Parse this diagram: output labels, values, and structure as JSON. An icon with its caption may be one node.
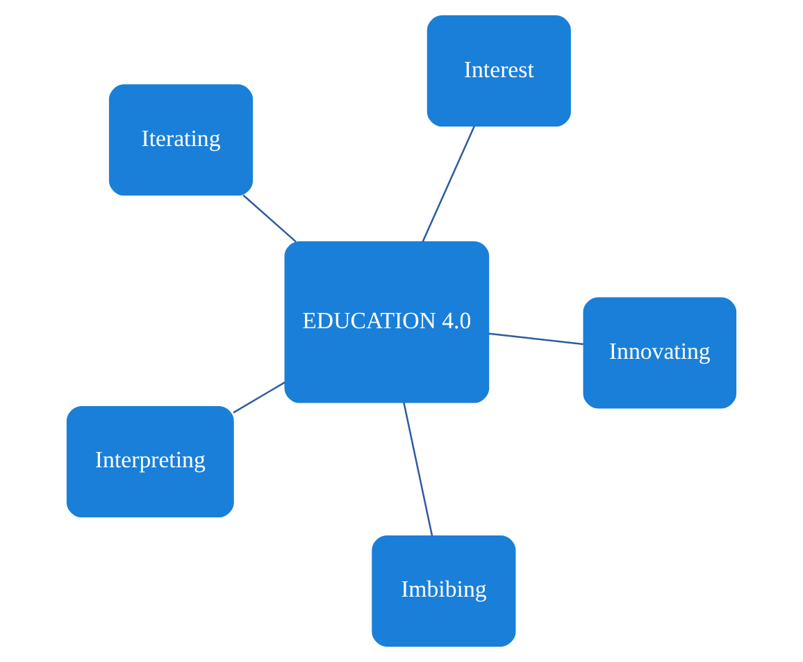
{
  "diagram": {
    "nodes": [
      {
        "text": [
          "Iterating"
        ]
      },
      {
        "text": [
          "Innovating"
        ]
      },
      {
        "text": [
          "Imbibing"
        ]
      },
      {
        "text": [
          "EDUCATION 4.0"
        ]
      },
      {
        "text": [
          "Interest"
        ]
      },
      {
        "text": [
          "Interpreting"
        ]
      }
    ],
    "edges": [
      {
        "from": 3,
        "to": 0,
        "arrow": "none"
      },
      {
        "from": 3,
        "to": 1,
        "arrow": "none"
      },
      {
        "from": 3,
        "to": 2,
        "arrow": "none"
      },
      {
        "from": 3,
        "to": 4,
        "arrow": "none"
      },
      {
        "from": 3,
        "to": 5,
        "arrow": "none"
      }
    ]
  }
}
